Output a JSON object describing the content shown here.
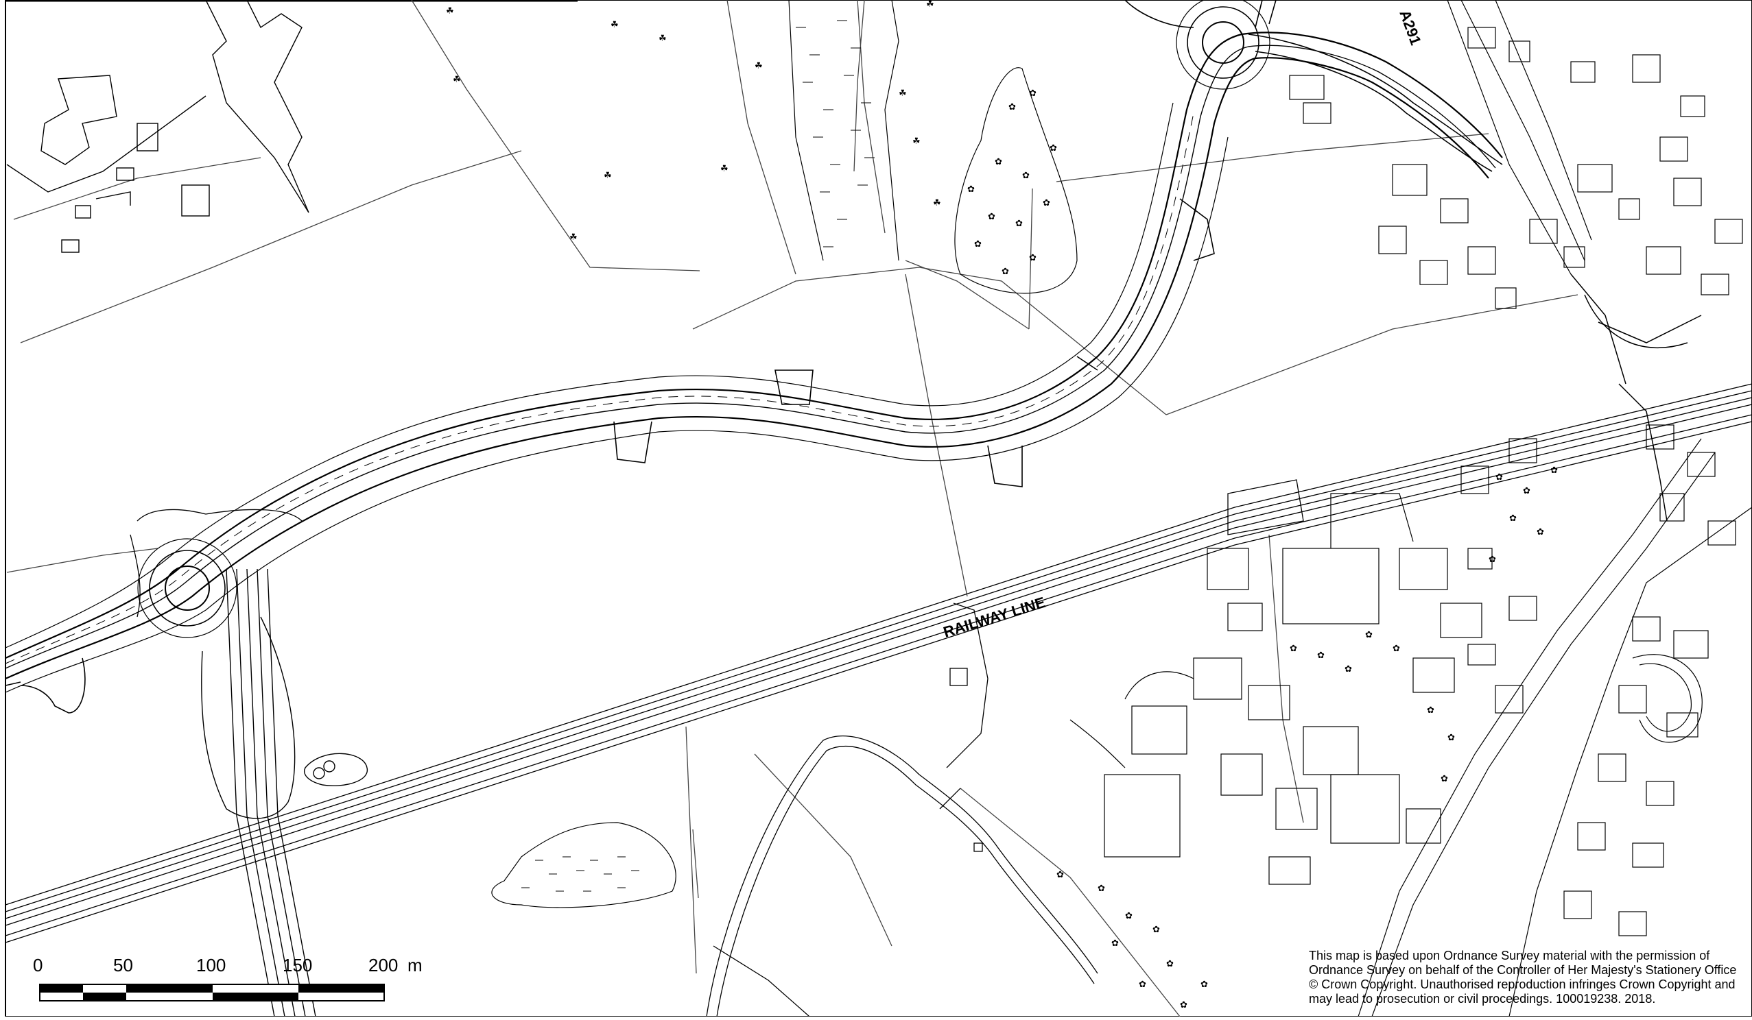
{
  "map": {
    "road_labels": {
      "a291": "A291",
      "railway": "RAILWAY LINE"
    },
    "scale_bar": {
      "ticks": [
        "0",
        "50",
        "100",
        "150",
        "200"
      ],
      "unit": "m"
    },
    "copyright_lines": [
      "This map is based upon Ordnance Survey material with the permission of",
      "Ordnance Survey on behalf of the Controller of Her Majesty's Stationery Office",
      "© Crown Copyright. Unauthorised reproduction infringes Crown Copyright and",
      "may lead to prosecution or civil proceedings. 100019238. 2018."
    ],
    "colors": {
      "ink": "#000000",
      "paper": "#ffffff"
    }
  }
}
